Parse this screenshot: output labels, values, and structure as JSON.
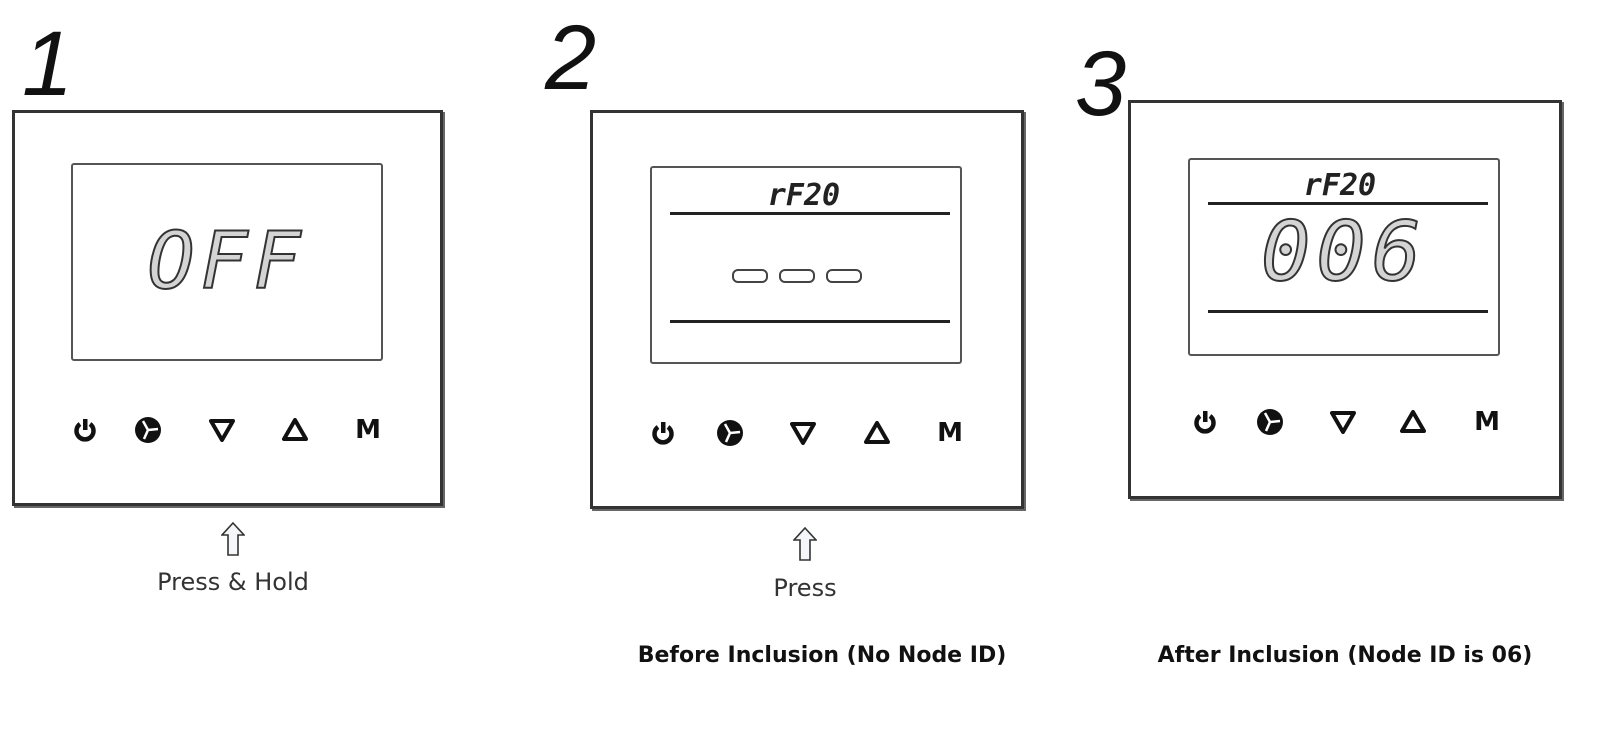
{
  "steps": [
    {
      "number": "1",
      "display_main": "OFF",
      "instruction": "Press & Hold",
      "caption": ""
    },
    {
      "number": "2",
      "display_top": "rF20",
      "display_main": "---",
      "instruction": "Press",
      "caption": "Before Inclusion (No Node ID)"
    },
    {
      "number": "3",
      "display_top": "rF20",
      "display_main": "006",
      "caption": "After Inclusion (Node ID is 06)"
    }
  ],
  "buttons": [
    "power-icon",
    "fan-icon",
    "down-triangle-icon",
    "up-triangle-icon",
    "M"
  ],
  "button_m_label": "M"
}
